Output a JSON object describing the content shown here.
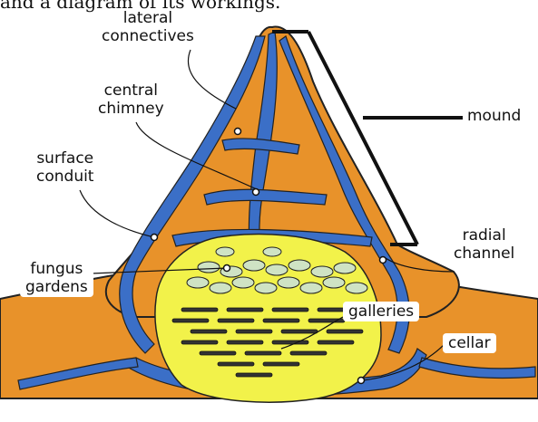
{
  "caption": "and a diagram of its workings.",
  "labels": {
    "lateral_connectives": [
      "lateral",
      "connectives"
    ],
    "central_chimney": [
      "central",
      "chimney"
    ],
    "surface_conduit": [
      "surface",
      "conduit"
    ],
    "fungus_gardens": [
      "fungus",
      "gardens"
    ],
    "mound": "mound",
    "radial_channel": [
      "radial",
      "channel"
    ],
    "galleries": "galleries",
    "cellar": "cellar"
  },
  "colors": {
    "mound": "#e8922a",
    "channels": "#3b6fc7",
    "gardens": "#f2f24a",
    "fungus": "#cfe3c4",
    "outline": "#222222"
  }
}
